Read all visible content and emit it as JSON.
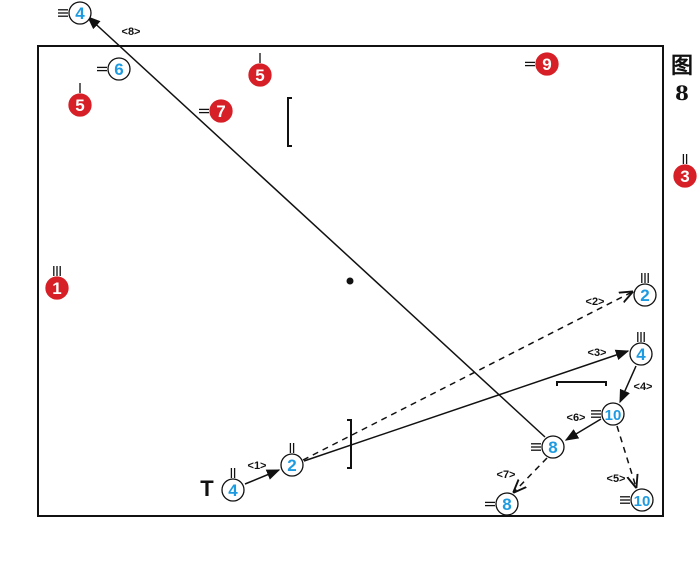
{
  "figure_caption": {
    "line1": "图",
    "line2": "8"
  },
  "coach_marker": "T",
  "colors": {
    "team_blue": "#1e9be0",
    "team_red": "#d61f26",
    "ink": "#111111"
  },
  "players": [
    {
      "id": "b4-top",
      "team": "blue",
      "label": "4",
      "dashes": "left3"
    },
    {
      "id": "b6",
      "team": "blue",
      "label": "6",
      "dashes": "left2"
    },
    {
      "id": "r5-left",
      "team": "red",
      "label": "5",
      "dashes": "top1"
    },
    {
      "id": "r5-mid",
      "team": "red",
      "label": "5",
      "dashes": "top1"
    },
    {
      "id": "r7",
      "team": "red",
      "label": "7",
      "dashes": "left2"
    },
    {
      "id": "r9",
      "team": "red",
      "label": "9",
      "dashes": "left2"
    },
    {
      "id": "r3",
      "team": "red",
      "label": "3",
      "dashes": "top2"
    },
    {
      "id": "r1",
      "team": "red",
      "label": "1",
      "dashes": "top3"
    },
    {
      "id": "b2-right",
      "team": "blue",
      "label": "2",
      "dashes": "top3"
    },
    {
      "id": "b4-right",
      "team": "blue",
      "label": "4",
      "dashes": "top3"
    },
    {
      "id": "b10-mid",
      "team": "blue",
      "label": "10",
      "dashes": "left3"
    },
    {
      "id": "b8-mid",
      "team": "blue",
      "label": "8",
      "dashes": "left3"
    },
    {
      "id": "b8-low",
      "team": "blue",
      "label": "8",
      "dashes": "left2"
    },
    {
      "id": "b10-low",
      "team": "blue",
      "label": "10",
      "dashes": "left3"
    },
    {
      "id": "b2-low",
      "team": "blue",
      "label": "2",
      "dashes": "top2"
    },
    {
      "id": "b4-low",
      "team": "blue",
      "label": "4",
      "dashes": "top2"
    }
  ],
  "moves": [
    {
      "id": "m1",
      "label": "<1>",
      "style": "solid"
    },
    {
      "id": "m2",
      "label": "<2>",
      "style": "dashed"
    },
    {
      "id": "m3",
      "label": "<3>",
      "style": "solid"
    },
    {
      "id": "m4",
      "label": "<4>",
      "style": "solid"
    },
    {
      "id": "m5",
      "label": "<5>",
      "style": "dashed"
    },
    {
      "id": "m6",
      "label": "<6>",
      "style": "solid"
    },
    {
      "id": "m7",
      "label": "<7>",
      "style": "dashed"
    },
    {
      "id": "m8",
      "label": "<8>",
      "style": "solid"
    }
  ]
}
